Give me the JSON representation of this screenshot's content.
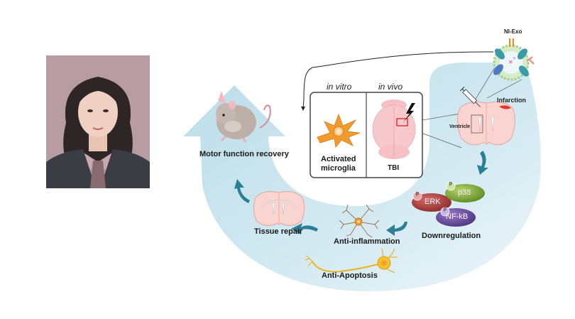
{
  "portrait": {
    "alt": "Author portrait photo",
    "background_color": "#b89ca4"
  },
  "diagram": {
    "title_topright": "NI-Exo",
    "panel": {
      "left_header": "in vitro",
      "right_header": "in vivo",
      "left_caption_line1": "Activated",
      "left_caption_line2": "microglia",
      "right_caption": "TBI"
    },
    "brain_labels": {
      "infarction": "Infarction",
      "ventricle": "Ventricle"
    },
    "enzymes": [
      {
        "name": "ERK",
        "phospho": "p",
        "color": "#a83a3a"
      },
      {
        "name": "p38",
        "phospho": "p",
        "color": "#7aa83a"
      },
      {
        "name": "NF-kB",
        "phospho": "p",
        "color": "#6a4a9a"
      }
    ],
    "steps": {
      "downregulation": "Downregulation",
      "anti_inflammation": "Anti-inflammation",
      "anti_apoptosis": "Anti-Apoptosis",
      "tissue_repair": "Tissue repair",
      "motor_recovery": "Motor function recovery"
    },
    "colors": {
      "arc_fill": "#cfe6ef",
      "arrow_teal": "#2a7f95",
      "microglia_orange": "#f39a2c",
      "brain_pink": "#f6c9c4",
      "infarct_red": "#e5332a",
      "neuron_yellow": "#f3c22f"
    }
  }
}
